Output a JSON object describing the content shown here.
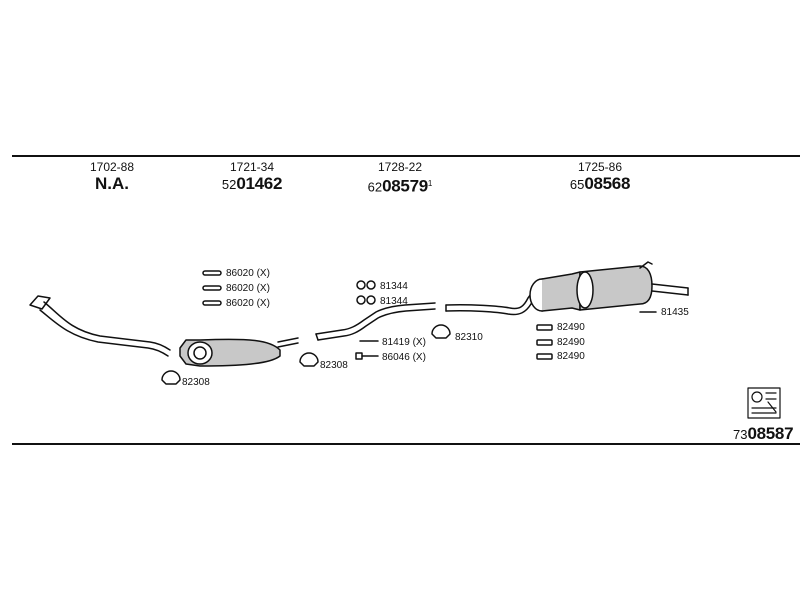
{
  "headers": [
    {
      "number": "1702-88",
      "code_prefix": "",
      "code_main": "N.A.",
      "sup": ""
    },
    {
      "number": "1721-34",
      "code_prefix": "52",
      "code_main": "01462",
      "sup": ""
    },
    {
      "number": "1728-22",
      "code_prefix": "62",
      "code_main": "08579",
      "sup": "1"
    },
    {
      "number": "1725-86",
      "code_prefix": "65",
      "code_main": "08568",
      "sup": ""
    }
  ],
  "part_labels": {
    "front_clamp": "82308",
    "hanger_1": "86020 (X)",
    "hanger_2": "86020 (X)",
    "hanger_3": "86020 (X)",
    "mid_clamp": "82308",
    "gasket_1": "81344",
    "gasket_2": "81344",
    "bolt": "81419 (X)",
    "nut": "86046 (X)",
    "clamp_2": "82310",
    "rubber_1": "82490",
    "rubber_2": "82490",
    "rubber_3": "82490",
    "tail_part": "81435"
  },
  "footer": {
    "code_prefix": "73",
    "code_main": "08587"
  },
  "colors": {
    "line": "#111111",
    "background": "#ffffff",
    "fill": "#c8c8c8"
  },
  "icons": [
    "catalog-stamp-icon"
  ]
}
